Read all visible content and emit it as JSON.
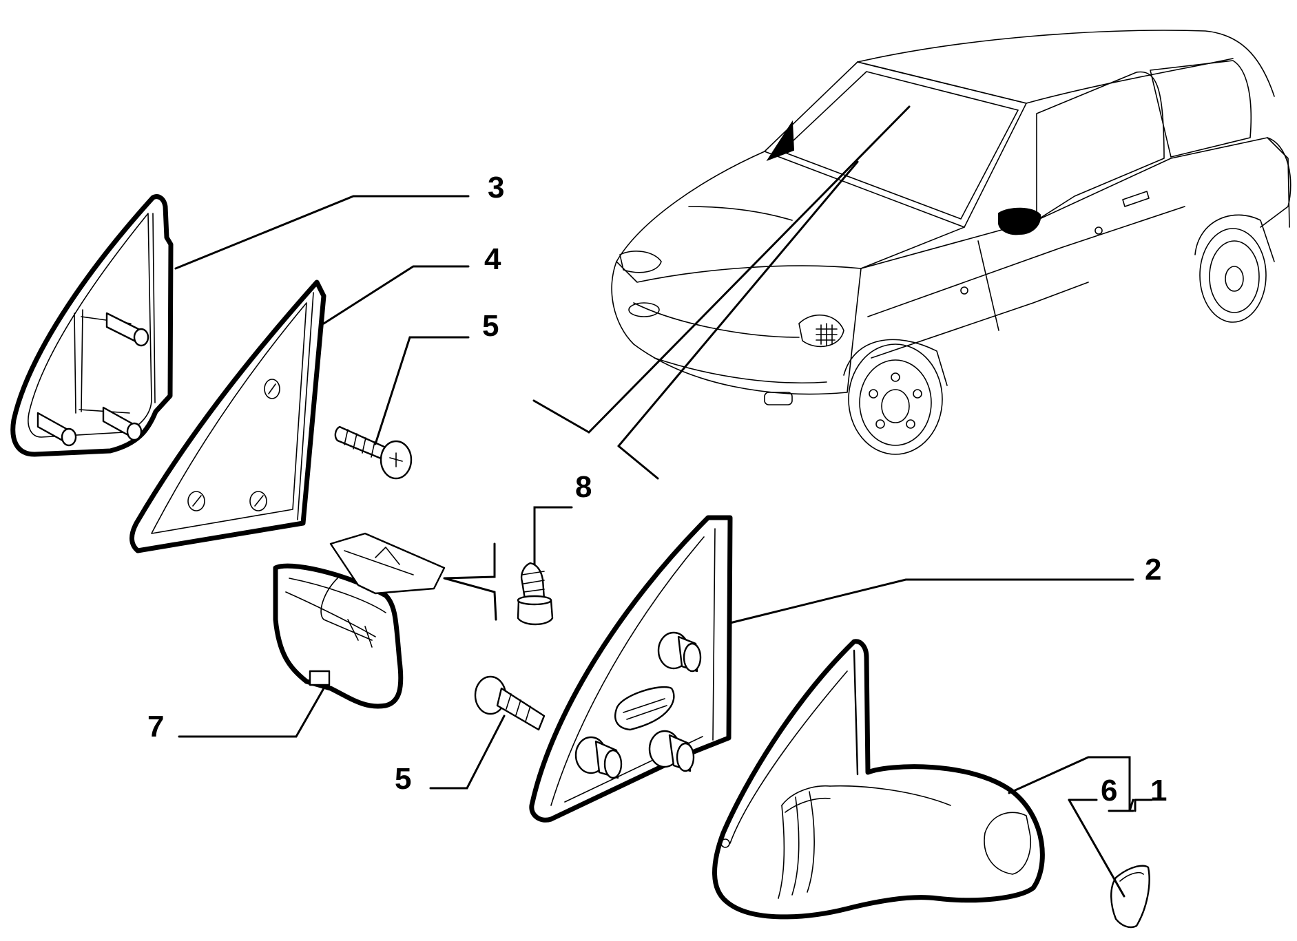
{
  "callouts": {
    "part_1": "1",
    "part_2": "2",
    "part_3": "3",
    "part_4": "4",
    "part_5_upper": "5",
    "part_5_lower": "5",
    "part_6": "6",
    "part_7": "7",
    "part_8": "8"
  },
  "colors": {
    "ink": "#000000",
    "paper": "#ffffff"
  }
}
